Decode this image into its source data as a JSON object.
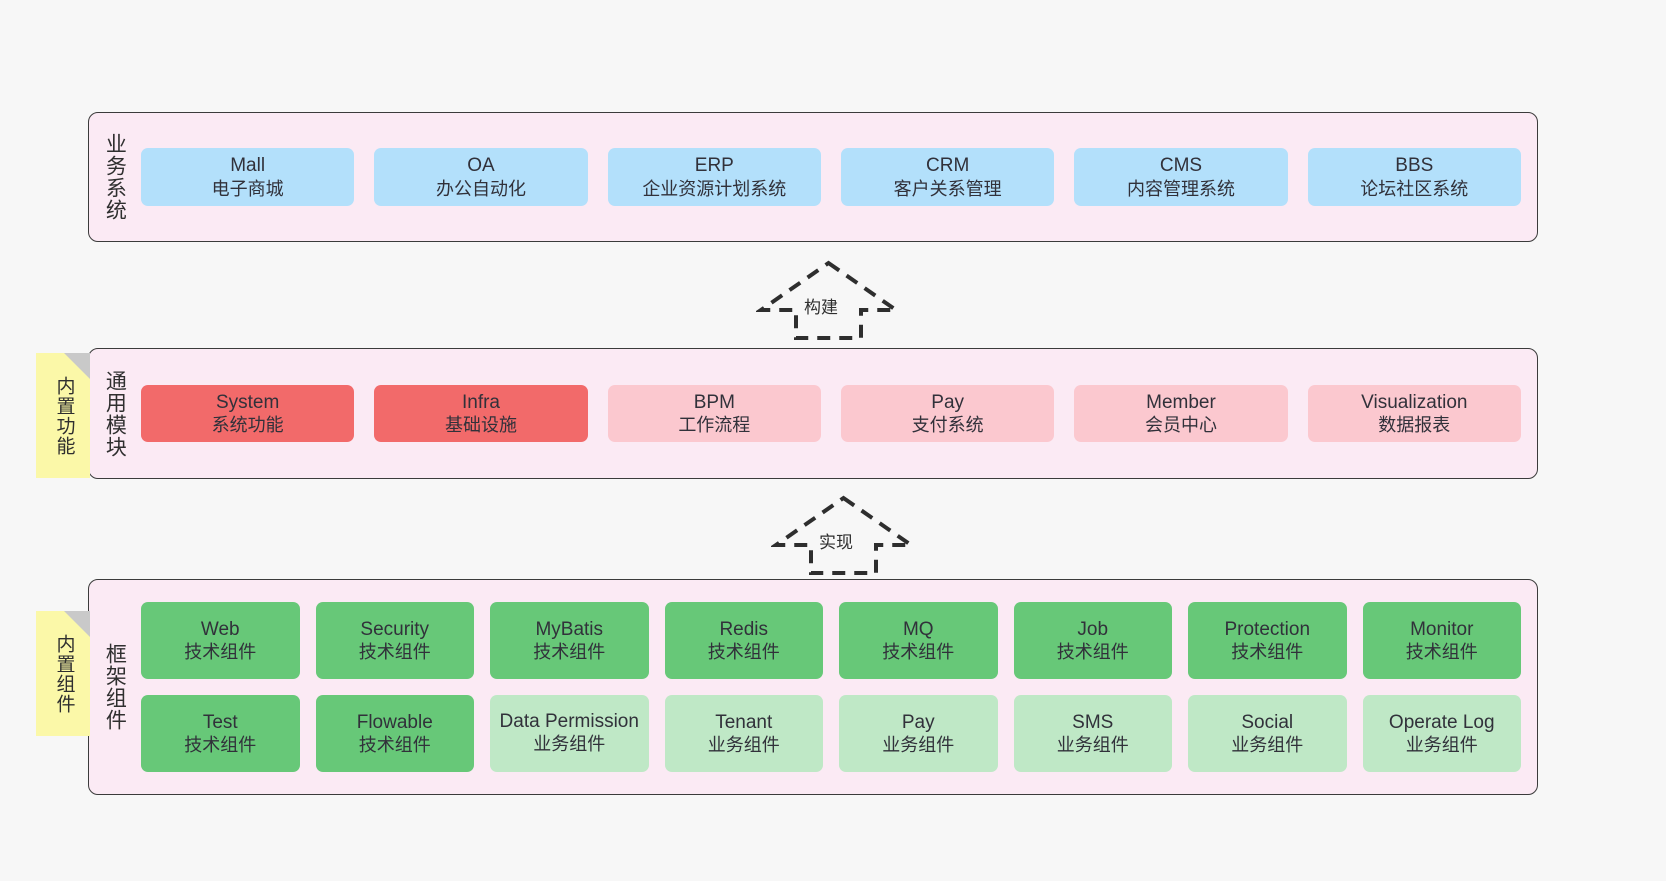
{
  "diagram": {
    "background_color": "#f7f7f7",
    "panel_color": "#fbeaf4",
    "colors": {
      "business": "#b3e0fb",
      "module_active": "#f26a6a",
      "module_planned": "#fbc8cf",
      "component_tech": "#67c878",
      "component_biz": "#bfe8c6",
      "sticky": "#fbf8a8",
      "border": "#3b3b3b"
    }
  },
  "layers": [
    {
      "id": "business-system",
      "title": "业务系统",
      "rows": [
        [
          {
            "en": "Mall",
            "cn": "电子商城",
            "style": "blue"
          },
          {
            "en": "OA",
            "cn": "办公自动化",
            "style": "blue"
          },
          {
            "en": "ERP",
            "cn": "企业资源计划系统",
            "style": "blue"
          },
          {
            "en": "CRM",
            "cn": "客户关系管理",
            "style": "blue"
          },
          {
            "en": "CMS",
            "cn": "内容管理系统",
            "style": "blue"
          },
          {
            "en": "BBS",
            "cn": "论坛社区系统",
            "style": "blue"
          }
        ]
      ]
    },
    {
      "id": "generic-module",
      "title": "通用模块",
      "rows": [
        [
          {
            "en": "System",
            "cn": "系统功能",
            "style": "red"
          },
          {
            "en": "Infra",
            "cn": "基础设施",
            "style": "red"
          },
          {
            "en": "BPM",
            "cn": "工作流程",
            "style": "pink"
          },
          {
            "en": "Pay",
            "cn": "支付系统",
            "style": "pink"
          },
          {
            "en": "Member",
            "cn": "会员中心",
            "style": "pink"
          },
          {
            "en": "Visualization",
            "cn": "数据报表",
            "style": "pink"
          }
        ]
      ]
    },
    {
      "id": "framework-component",
      "title": "框架组件",
      "rows": [
        [
          {
            "en": "Web",
            "cn": "技术组件",
            "style": "green"
          },
          {
            "en": "Security",
            "cn": "技术组件",
            "style": "green"
          },
          {
            "en": "MyBatis",
            "cn": "技术组件",
            "style": "green"
          },
          {
            "en": "Redis",
            "cn": "技术组件",
            "style": "green"
          },
          {
            "en": "MQ",
            "cn": "技术组件",
            "style": "green"
          },
          {
            "en": "Job",
            "cn": "技术组件",
            "style": "green"
          },
          {
            "en": "Protection",
            "cn": "技术组件",
            "style": "green"
          },
          {
            "en": "Monitor",
            "cn": "技术组件",
            "style": "green"
          }
        ],
        [
          {
            "en": "Test",
            "cn": "技术组件",
            "style": "green"
          },
          {
            "en": "Flowable",
            "cn": "技术组件",
            "style": "green"
          },
          {
            "en": "Data Permission",
            "cn": "业务组件",
            "style": "lightgreen"
          },
          {
            "en": "Tenant",
            "cn": "业务组件",
            "style": "lightgreen"
          },
          {
            "en": "Pay",
            "cn": "业务组件",
            "style": "lightgreen"
          },
          {
            "en": "SMS",
            "cn": "业务组件",
            "style": "lightgreen"
          },
          {
            "en": "Social",
            "cn": "业务组件",
            "style": "lightgreen"
          },
          {
            "en": "Operate Log",
            "cn": "业务组件",
            "style": "lightgreen"
          }
        ]
      ]
    }
  ],
  "stickies": [
    {
      "id": "builtin-feature",
      "text": "内置功能"
    },
    {
      "id": "builtin-component",
      "text": "内置组件"
    }
  ],
  "arrows": [
    {
      "id": "build",
      "label": "构建"
    },
    {
      "id": "implement",
      "label": "实现"
    }
  ]
}
